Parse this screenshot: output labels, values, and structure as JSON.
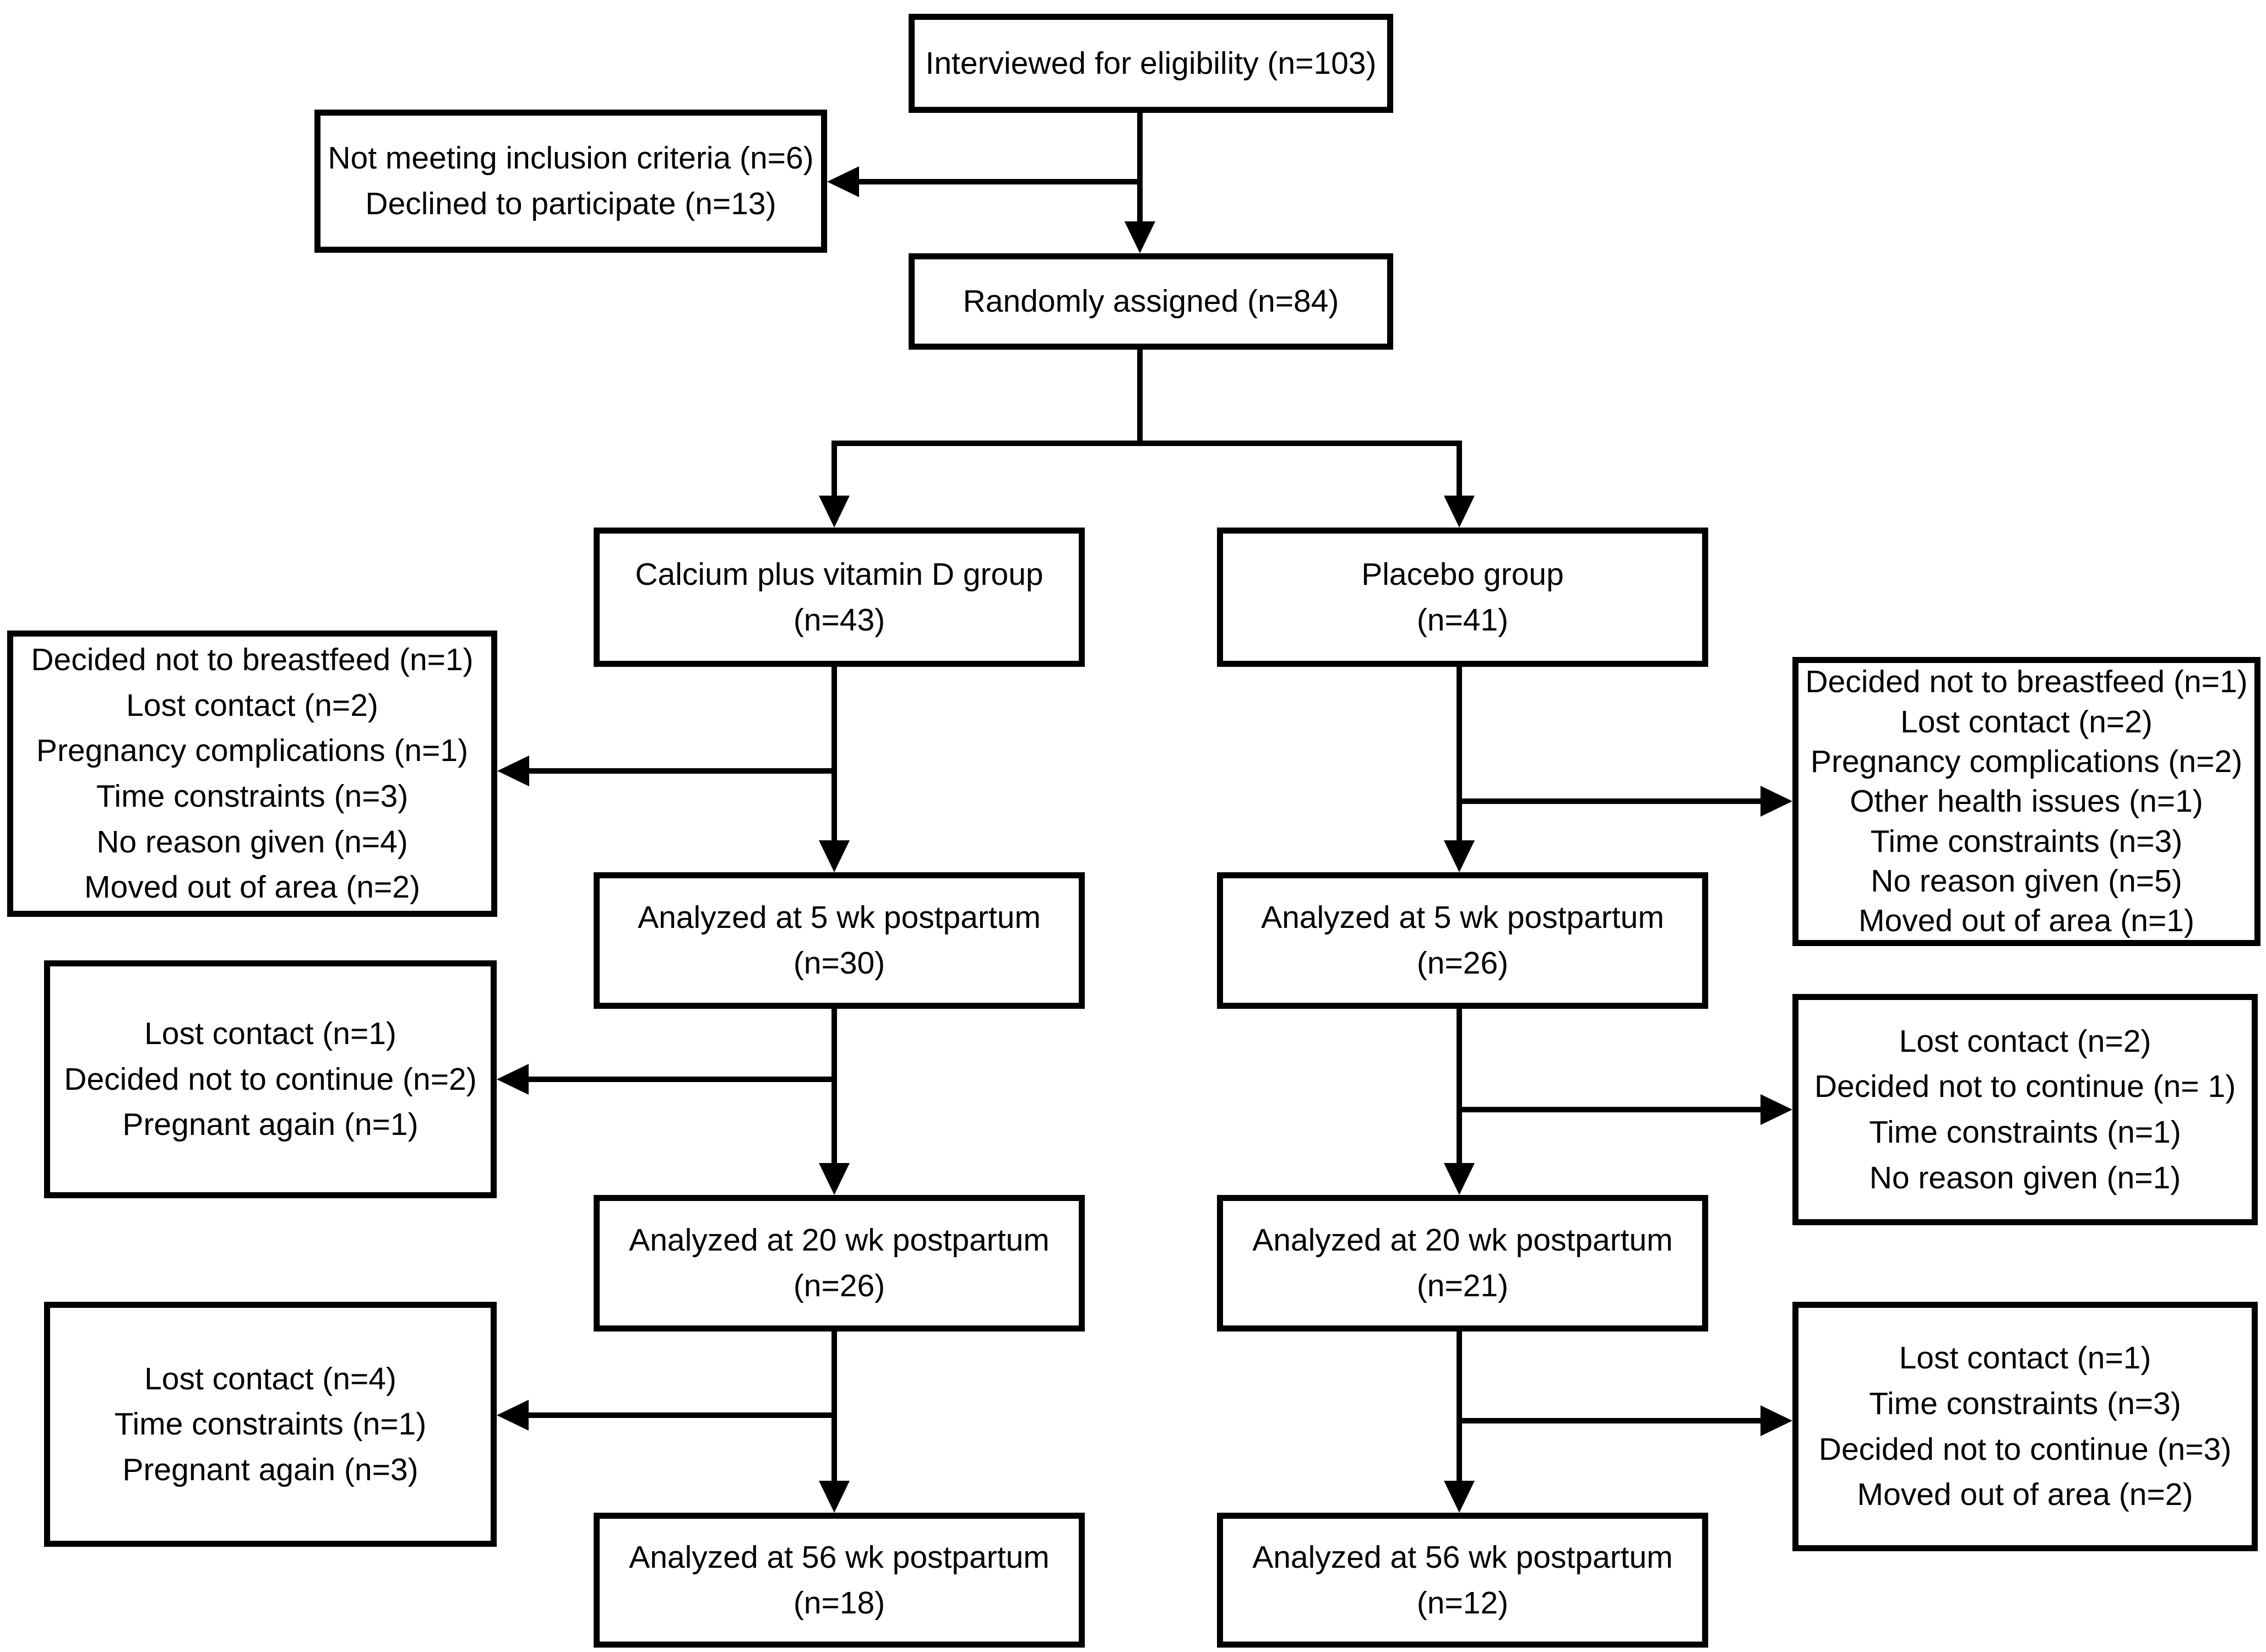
{
  "figure": {
    "type": "consort-flow-diagram",
    "colors": {
      "line": "#000000",
      "background": "#ffffff",
      "text": "#000000"
    },
    "boxes": {
      "eligibility": "Interviewed for eligibility (n=103)",
      "excluded": "Not meeting inclusion criteria (n=6)\nDeclined to participate (n=13)",
      "randomized": "Randomly assigned (n=84)",
      "calcium_group": "Calcium plus vitamin D group\n(n=43)",
      "placebo_group": "Placebo group\n(n=41)",
      "calcium_dropout_1": "Decided not to breastfeed (n=1)\nLost contact (n=2)\nPregnancy complications (n=1)\nTime constraints (n=3)\nNo reason given (n=4)\nMoved out of area (n=2)",
      "placebo_dropout_1": "Decided not to breastfeed (n=1)\nLost contact (n=2)\nPregnancy complications (n=2)\nOther health issues (n=1)\nTime constraints (n=3)\nNo reason given (n=5)\nMoved out of area (n=1)",
      "calcium_5wk": "Analyzed at 5 wk postpartum\n(n=30)",
      "placebo_5wk": "Analyzed at 5 wk postpartum\n(n=26)",
      "calcium_dropout_2": "Lost contact (n=1)\nDecided not to continue (n=2)\nPregnant again (n=1)",
      "placebo_dropout_2": "Lost contact (n=2)\nDecided not to continue (n= 1)\nTime constraints (n=1)\nNo reason given (n=1)",
      "calcium_20wk": "Analyzed at 20 wk postpartum\n(n=26)",
      "placebo_20wk": "Analyzed at 20 wk postpartum\n(n=21)",
      "calcium_dropout_3": "Lost contact (n=4)\nTime constraints (n=1)\nPregnant again (n=3)",
      "placebo_dropout_3": "Lost contact (n=1)\nTime constraints (n=3)\nDecided not to continue (n=3)\nMoved out of area (n=2)",
      "calcium_56wk": "Analyzed at 56 wk postpartum\n(n=18)",
      "placebo_56wk": "Analyzed at 56 wk postpartum\n(n=12)"
    }
  }
}
